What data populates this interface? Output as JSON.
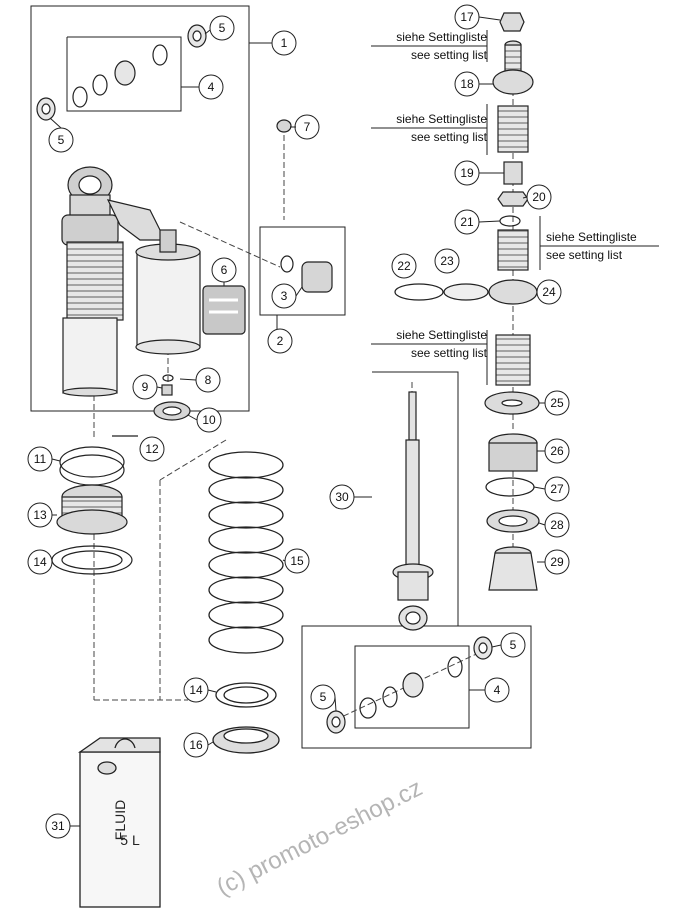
{
  "callouts": [
    "1",
    "2",
    "3",
    "4",
    "4",
    "5",
    "5",
    "5",
    "5",
    "6",
    "7",
    "8",
    "9",
    "10",
    "11",
    "12",
    "13",
    "14",
    "14",
    "15",
    "16",
    "17",
    "18",
    "19",
    "20",
    "21",
    "22",
    "23",
    "24",
    "25",
    "26",
    "27",
    "28",
    "29",
    "30",
    "31"
  ],
  "setting_notes": [
    {
      "de": "siehe Settingliste",
      "en": "see setting list"
    },
    {
      "de": "siehe Settingliste",
      "en": "see setting list"
    },
    {
      "de": "siehe Settingliste",
      "en": "see setting list"
    },
    {
      "de": "siehe Settingliste",
      "en": "see setting list"
    }
  ],
  "canister_label": {
    "line1": "FLUID",
    "line2": "5 L"
  },
  "watermark": "(c) promoto-eshop.cz"
}
